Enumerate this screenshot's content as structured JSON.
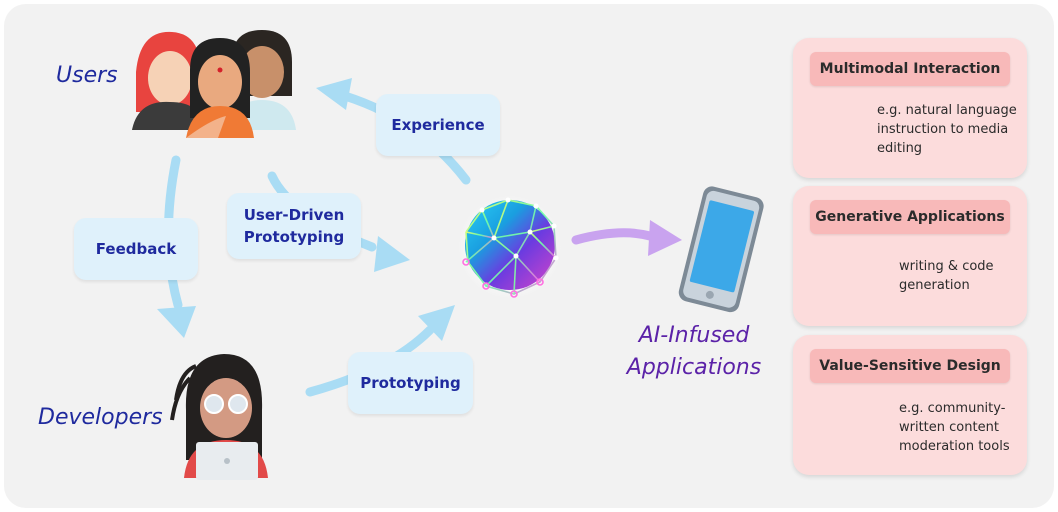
{
  "roles": {
    "users": "Users",
    "developers": "Developers"
  },
  "center_label": "AI-Infused\nApplications",
  "pills": {
    "experience": "Experience",
    "user_driven": "User-Driven\nPrototyping",
    "feedback": "Feedback",
    "prototyping": "Prototyping"
  },
  "cards": [
    {
      "title": "Multimodal Interaction",
      "desc": "e.g. natural language\ninstruction to media\nediting",
      "icon": "news-icon"
    },
    {
      "title": "Generative Applications",
      "desc": "writing & code\ngeneration",
      "icon": "code-window-icon"
    },
    {
      "title": "Value-Sensitive Design",
      "desc": "e.g. community-\nwritten content\nmoderation tools",
      "icon": "gauge-icon"
    }
  ],
  "colors": {
    "arrow_blue": "#a9dcf4",
    "arrow_purple": "#c9a3ef",
    "role_text": "#1f2a9e",
    "ai_text": "#5b22a8",
    "card_bg": "#fcdcdc",
    "card_title_bg": "#f8b9b9"
  }
}
